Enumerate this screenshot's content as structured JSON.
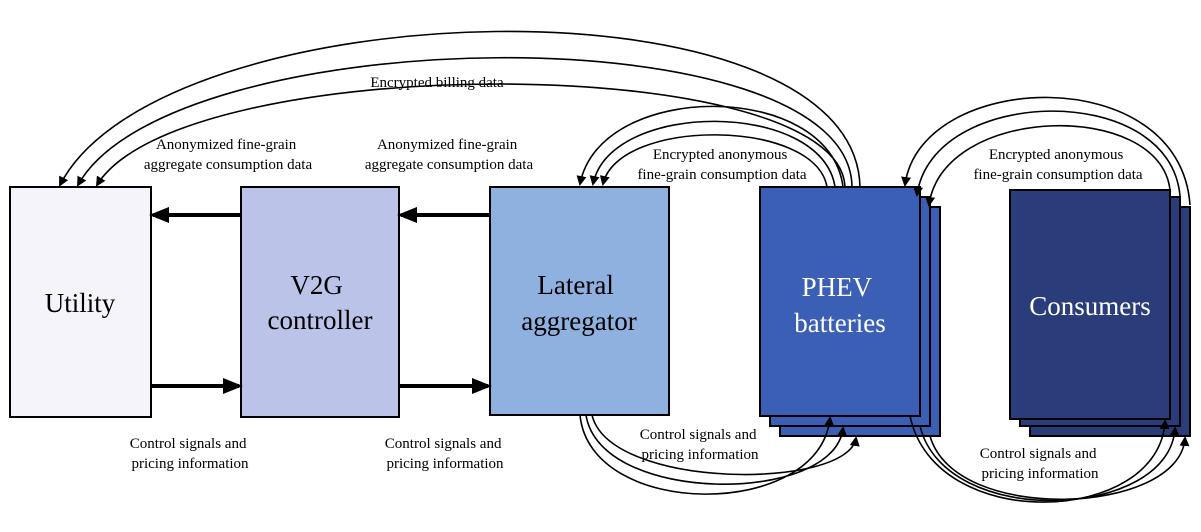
{
  "nodes": {
    "utility": {
      "lines": [
        "Utility"
      ],
      "fill": "#f4f4fa",
      "text_color": "#000000"
    },
    "v2g": {
      "lines": [
        "V2G",
        "controller"
      ],
      "fill": "#bcc3e9",
      "text_color": "#000000"
    },
    "lateral": {
      "lines": [
        "Lateral",
        "aggregator"
      ],
      "fill": "#8fb1e0",
      "text_color": "#000000"
    },
    "phev": {
      "lines": [
        "PHEV",
        "batteries"
      ],
      "fill": "#3a5fb5",
      "text_color": "#ffffff"
    },
    "consumers": {
      "lines": [
        "Consumers"
      ],
      "fill": "#2a3d7a",
      "text_color": "#ffffff"
    }
  },
  "labels": {
    "billing": [
      "Encrypted billing data"
    ],
    "anon_utility": [
      "Anonymized fine-grain",
      "aggregate consumption data"
    ],
    "anon_v2g": [
      "Anonymized fine-grain",
      "aggregate consumption data"
    ],
    "enc_phev": [
      "Encrypted anonymous",
      "fine-grain consumption data"
    ],
    "enc_consumers": [
      "Encrypted anonymous",
      "fine-grain consumption data"
    ],
    "ctrl_utility": [
      "Control signals and",
      "pricing information"
    ],
    "ctrl_v2g": [
      "Control signals and",
      "pricing information"
    ],
    "ctrl_lateral": [
      "Control signals and",
      "pricing information"
    ],
    "ctrl_phev": [
      "Control signals and",
      "pricing information"
    ]
  }
}
